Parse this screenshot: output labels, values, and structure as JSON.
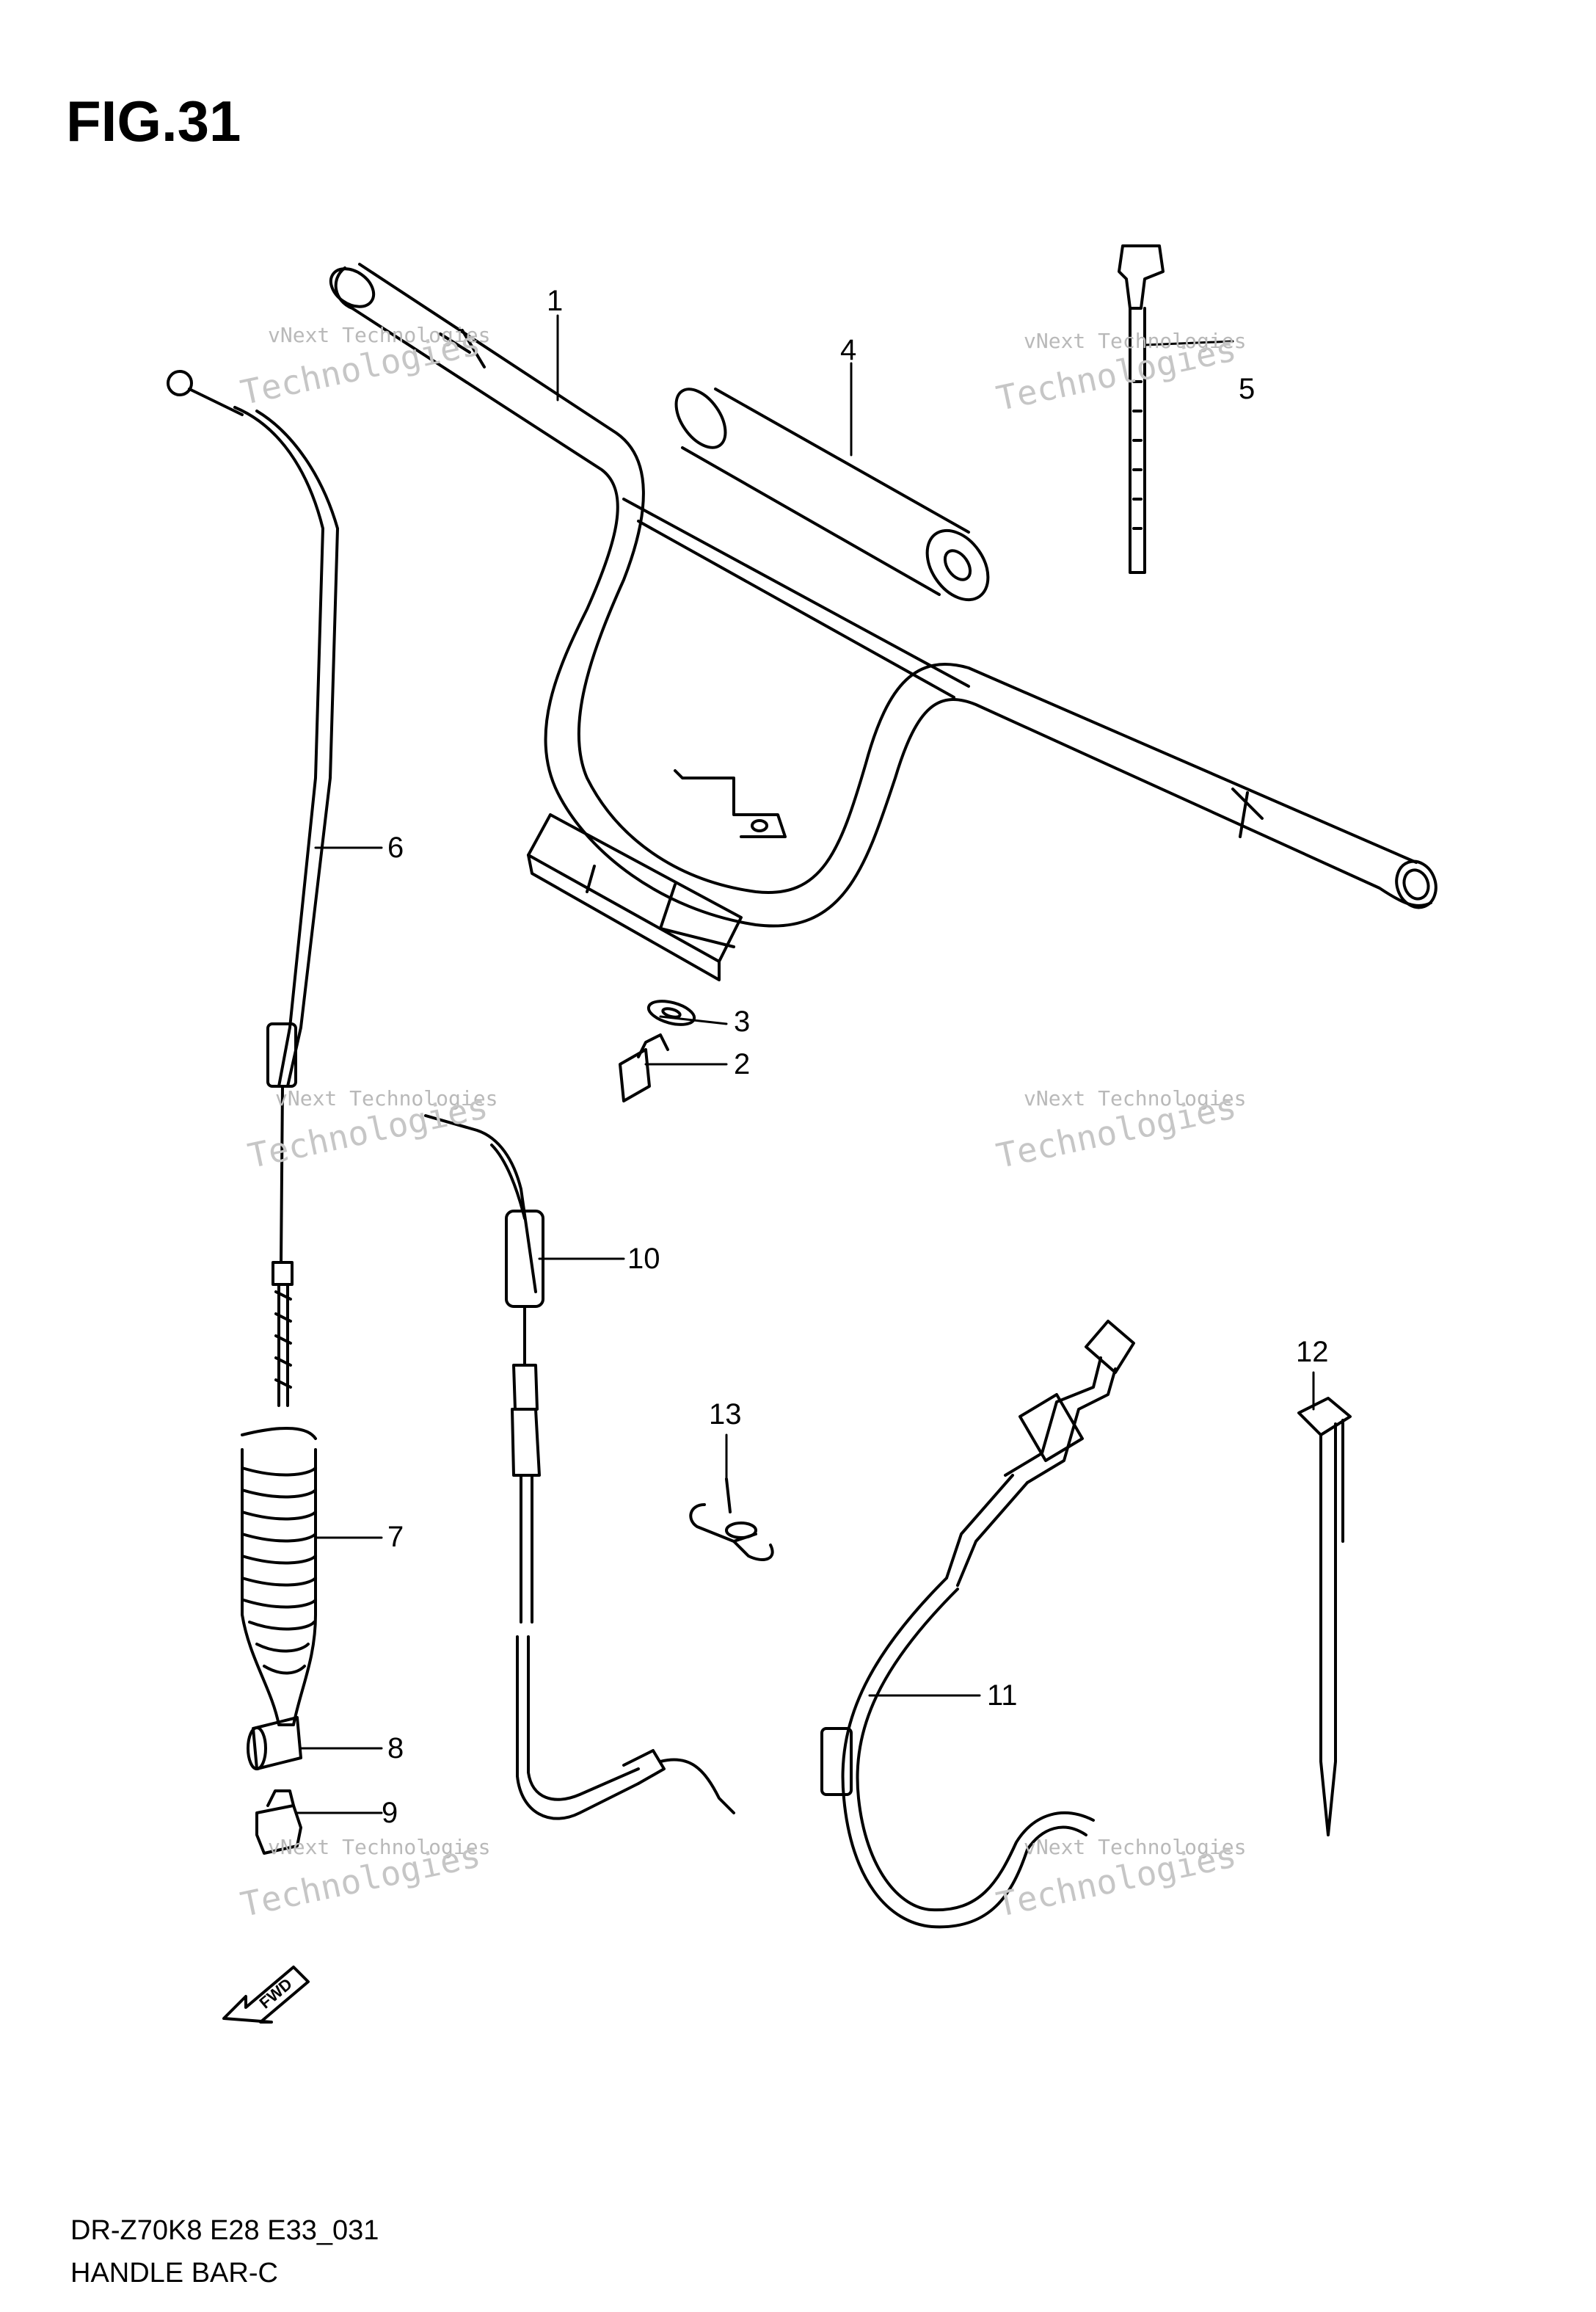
{
  "figure": {
    "title": "FIG.31",
    "code": "DR-Z70K8 E28 E33_031",
    "name": "HANDLE BAR-C"
  },
  "watermark": {
    "line1": "vNext Technologies",
    "line2": "Technologies"
  },
  "fwd_label": "FWD",
  "callouts": [
    {
      "id": "1",
      "label": "1"
    },
    {
      "id": "2",
      "label": "2"
    },
    {
      "id": "3",
      "label": "3"
    },
    {
      "id": "4",
      "label": "4"
    },
    {
      "id": "5",
      "label": "5"
    },
    {
      "id": "6",
      "label": "6"
    },
    {
      "id": "7",
      "label": "7"
    },
    {
      "id": "8",
      "label": "8"
    },
    {
      "id": "9",
      "label": "9"
    },
    {
      "id": "10",
      "label": "10"
    },
    {
      "id": "11",
      "label": "11"
    },
    {
      "id": "12",
      "label": "12"
    },
    {
      "id": "13",
      "label": "13"
    }
  ]
}
